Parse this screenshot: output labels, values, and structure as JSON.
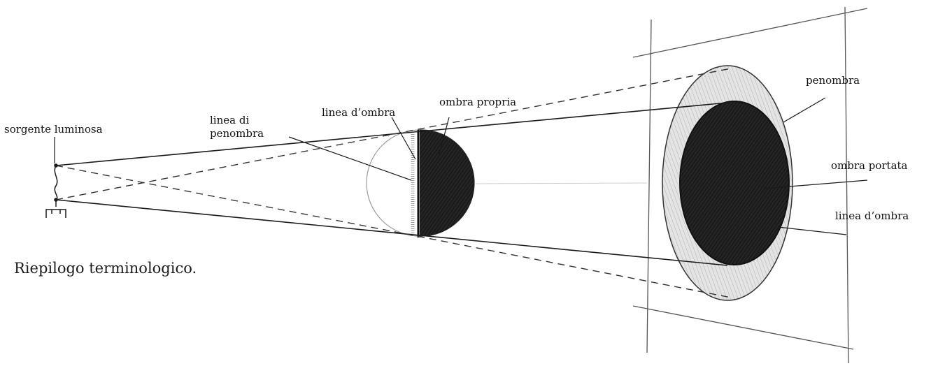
{
  "labels": {
    "light_source": "sorgente luminosa",
    "penumbra_line_1": "linea di",
    "penumbra_line_2": "penombra",
    "shadow_line_object": "linea d’ombra",
    "own_shadow": "ombra propria",
    "penumbra": "penombra",
    "cast_shadow": "ombra portata",
    "shadow_line_cast": "linea d’ombra"
  },
  "caption": "Riepilogo terminologico.",
  "colors": {
    "ink": "#1a1a1a",
    "shadow_fill": "#141414",
    "penumbra_fill": "#dcdcdc",
    "guide": "#b5b5b5"
  }
}
